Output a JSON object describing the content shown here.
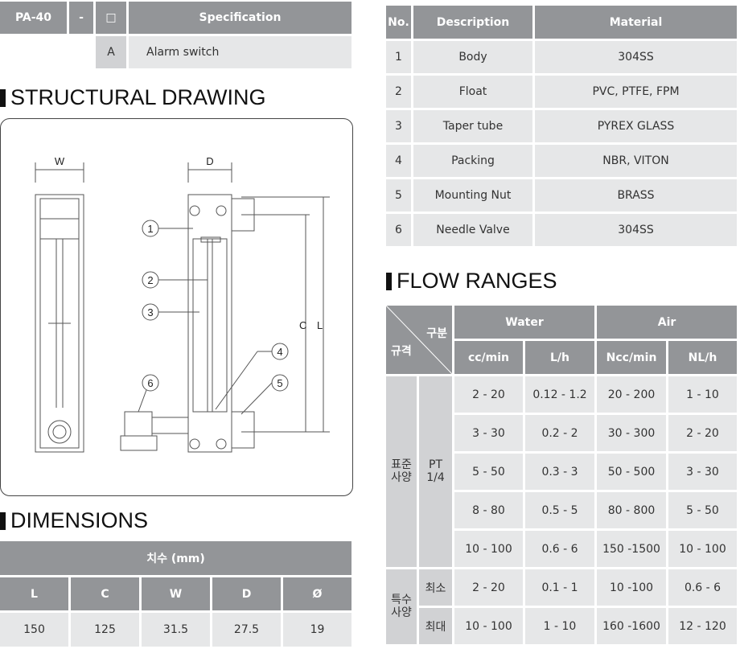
{
  "spec": {
    "headers": [
      "PA-40",
      "-",
      "□",
      "Specification"
    ],
    "code": "A",
    "description": "Alarm switch"
  },
  "headings": {
    "structural": "STRUCTURAL DRAWING",
    "dimensions": "DIMENSIONS",
    "flow": "FLOW RANGES"
  },
  "drawing": {
    "labels": {
      "w": "W",
      "d": "D",
      "c": "C",
      "l": "L"
    },
    "callouts": [
      "1",
      "2",
      "3",
      "4",
      "5",
      "6"
    ]
  },
  "dimensions": {
    "title": "치수 (mm)",
    "headers": [
      "L",
      "C",
      "W",
      "D",
      "Ø"
    ],
    "values": [
      "150",
      "125",
      "31.5",
      "27.5",
      "19"
    ]
  },
  "parts": {
    "headers": [
      "No.",
      "Description",
      "Material"
    ],
    "rows": [
      [
        "1",
        "Body",
        "304SS"
      ],
      [
        "2",
        "Float",
        "PVC, PTFE, FPM"
      ],
      [
        "3",
        "Taper tube",
        "PYREX GLASS"
      ],
      [
        "4",
        "Packing",
        "NBR, VITON"
      ],
      [
        "5",
        "Mounting Nut",
        "BRASS"
      ],
      [
        "6",
        "Needle Valve",
        "304SS"
      ]
    ]
  },
  "flow": {
    "corner_top": "구분",
    "corner_bottom": "규격",
    "water": "Water",
    "air": "Air",
    "units": [
      "cc/min",
      "L/h",
      "Ncc/min",
      "NL/h"
    ],
    "standard_label": "표준 사양",
    "standard_conn": "PT 1/4",
    "standard_rows": [
      [
        "2 - 20",
        "0.12 - 1.2",
        "20 - 200",
        "1 - 10"
      ],
      [
        "3 - 30",
        "0.2 - 2",
        "30 - 300",
        "2 - 20"
      ],
      [
        "5 - 50",
        "0.3 - 3",
        "50 - 500",
        "3 - 30"
      ],
      [
        "8 - 80",
        "0.5 - 5",
        "80 - 800",
        "5 - 50"
      ],
      [
        "10 - 100",
        "0.6 - 6",
        "150 -1500",
        "10 - 100"
      ]
    ],
    "special_label": "특수 사양",
    "special_min": "최소",
    "special_max": "최대",
    "special_rows": [
      [
        "2 - 20",
        "0.1 - 1",
        "10 -100",
        "0.6 - 6"
      ],
      [
        "10 - 100",
        "1 - 10",
        "160 -1600",
        "12 - 120"
      ]
    ]
  }
}
